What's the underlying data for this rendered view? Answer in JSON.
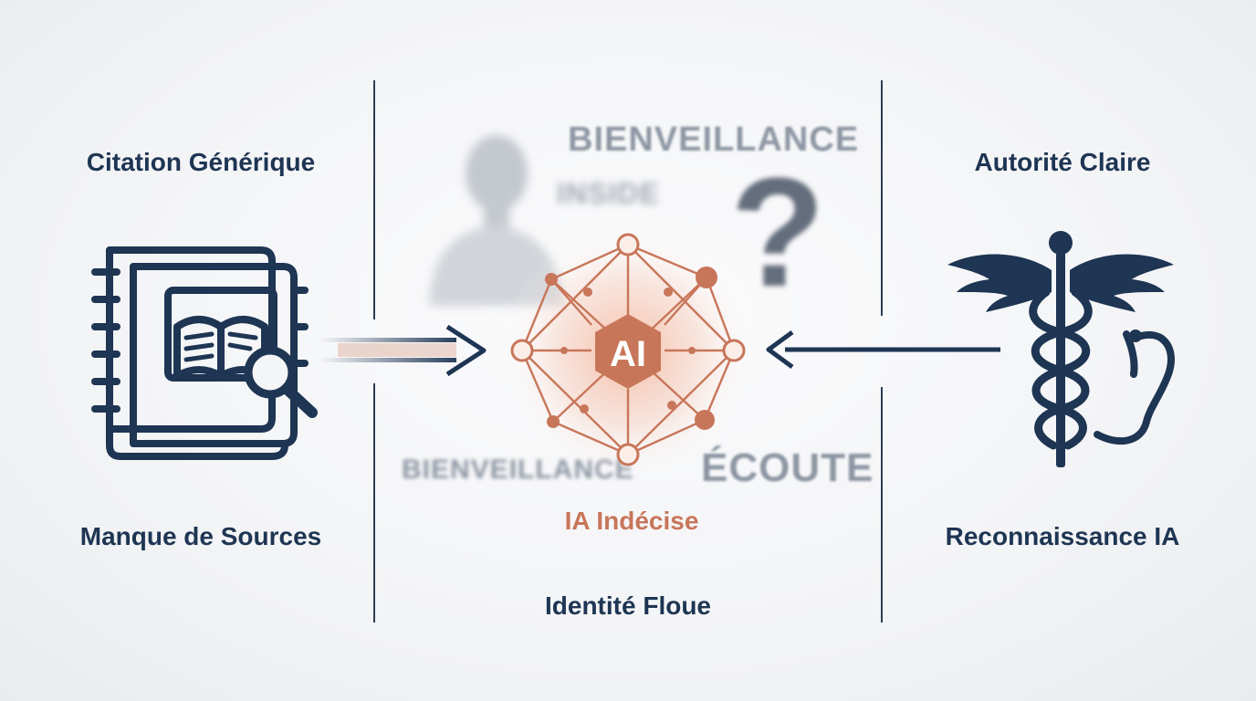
{
  "left": {
    "top_label": "Citation Générique",
    "bottom_label": "Manque de Sources",
    "icon": "binder-book-search-icon"
  },
  "center": {
    "hub_text": "AI",
    "hub_label": "IA Indécise",
    "bottom_label": "Identité Floue",
    "blur_words": [
      "BIENVEILLANCE",
      "INSIDE",
      "BIENVEILLANCE",
      "ÉCOUTE"
    ],
    "question_mark": "?",
    "icon": "ai-network-icon"
  },
  "right": {
    "top_label": "Autorité Claire",
    "bottom_label": "Reconnaissance IA",
    "icon": "caduceus-stethoscope-icon"
  },
  "colors": {
    "navy": "#1e3553",
    "accent": "#c8765a",
    "blur": "#8d96a3"
  }
}
